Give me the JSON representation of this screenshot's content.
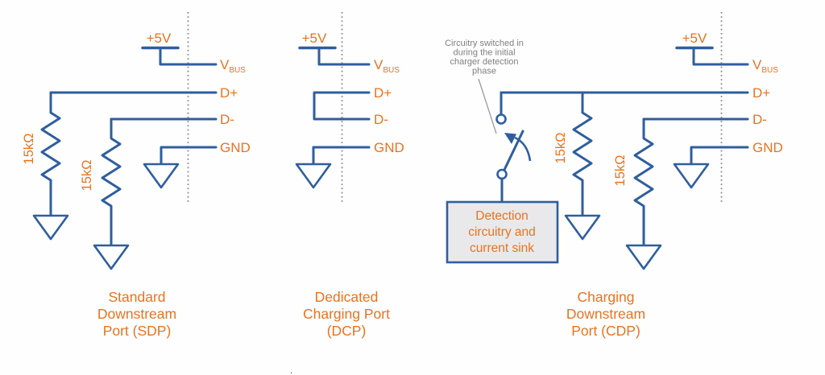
{
  "colors": {
    "wire_blue": "#2e5e9e",
    "label_orange": "#e8731f",
    "annotation_grey": "#7f7f7f",
    "dotted_grey": "#8c8c8c",
    "detection_box_fill": "#e9e9eb"
  },
  "labels": {
    "supply": "+5V",
    "vbus_main": "V",
    "vbus_sub": "BUS",
    "dplus": "D+",
    "dminus": "D-",
    "gnd": "GND",
    "resistor": "15kΩ"
  },
  "captions": {
    "sdp": [
      "Standard",
      "Downstream",
      "Port (SDP)"
    ],
    "dcp": [
      "Dedicated",
      "Charging Port",
      "(DCP)"
    ],
    "cdp": [
      "Charging",
      "Downstream",
      "Port (CDP)"
    ]
  },
  "cdp_extras": {
    "annotation": [
      "Circuitry switched in",
      "during the initial",
      "charger detection",
      "phase"
    ],
    "detection_box": [
      "Detection",
      "circuitry and",
      "current sink"
    ]
  },
  "stray_mark": "."
}
